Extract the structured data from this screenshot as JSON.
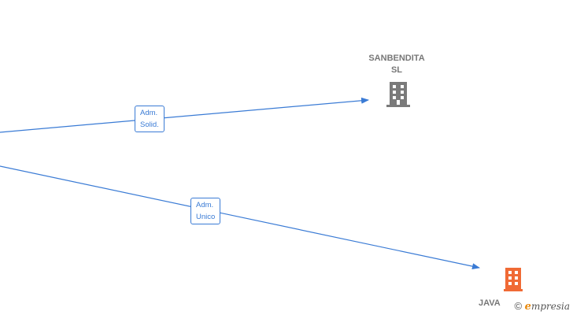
{
  "nodes": {
    "sanbendita": {
      "line1": "SANBENDITA",
      "line2": "SL",
      "icon": "building-icon",
      "color": "#7a7a7a"
    },
    "java": {
      "label": "JAVA",
      "icon": "building-icon",
      "color": "#f06a35"
    }
  },
  "relations": {
    "solidario": {
      "line1": "Adm.",
      "line2": "Solid."
    },
    "unico": {
      "line1": "Adm.",
      "line2": "Unico"
    }
  },
  "edge_color": "#3a7bd5",
  "brand": {
    "copyright": "©",
    "e": "e",
    "rest": "mpresia"
  }
}
